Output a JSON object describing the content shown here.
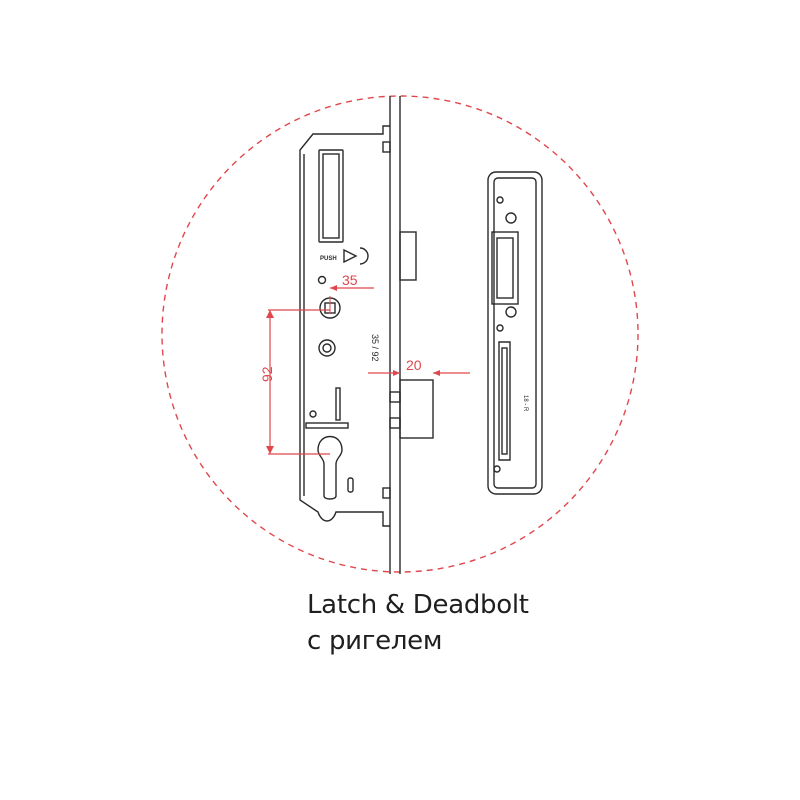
{
  "caption": {
    "title": "Latch & Deadbolt",
    "subtitle": "с ригелем"
  },
  "dimensions": {
    "backset": "35",
    "pz": "92",
    "bolt_throw": "20",
    "body_marking": "35 / 92",
    "strike_marking": "18 - R"
  },
  "labels": {
    "push": "PUSH"
  },
  "colors": {
    "dimension": "#e0474c",
    "outline": "#2a2a2a",
    "circle": "#e0474c"
  }
}
